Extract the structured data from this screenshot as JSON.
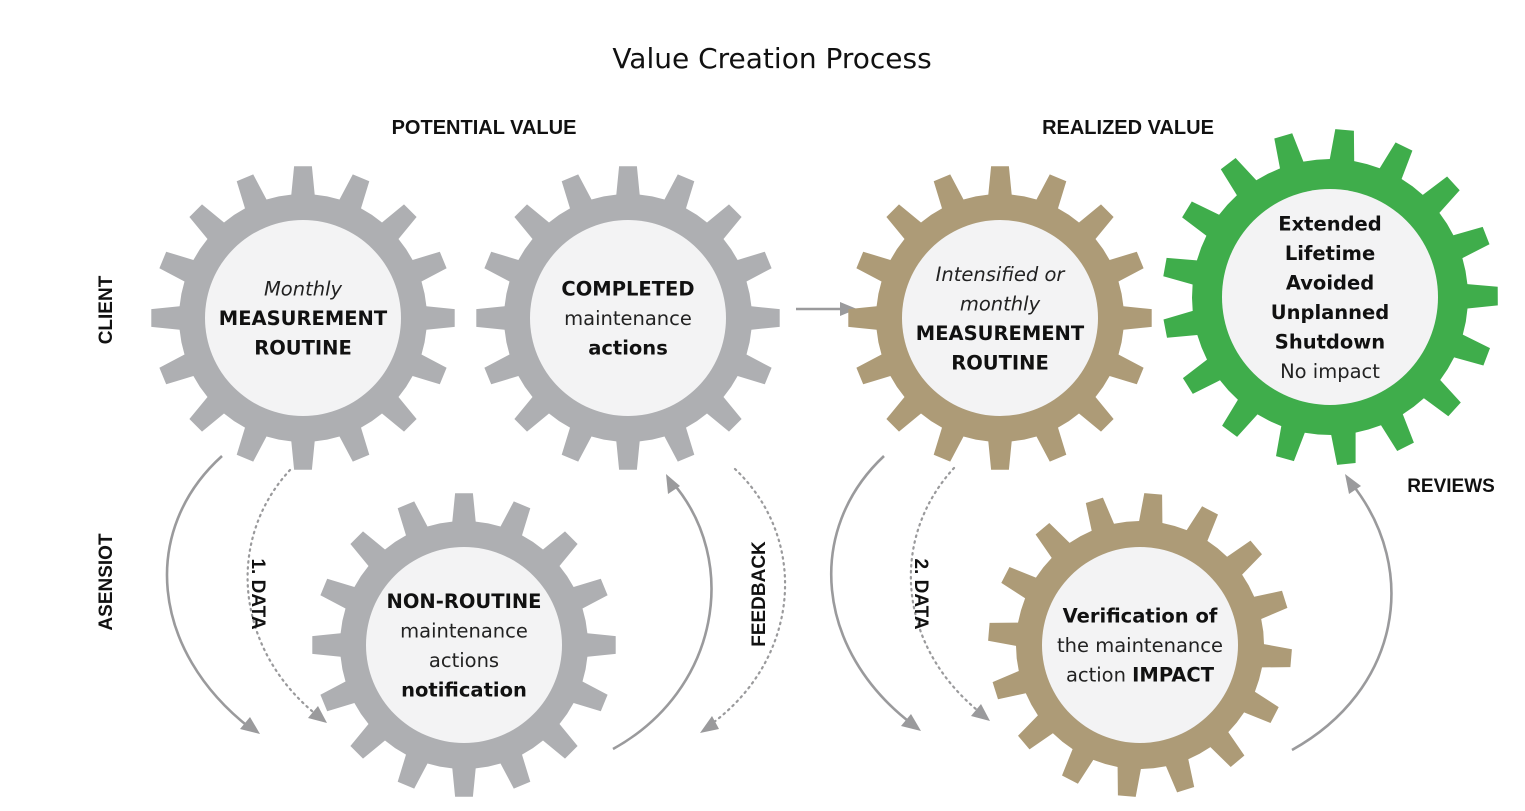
{
  "title": "Value Creation Process",
  "sections": {
    "potential": "POTENTIAL VALUE",
    "realized": "REALIZED VALUE"
  },
  "side_labels": {
    "client": "CLIENT",
    "asensiot": "ASENSIOT"
  },
  "flow_labels": {
    "data1": "1. DATA",
    "feedback": "FEEDBACK",
    "data2": "2. DATA",
    "reviews": "REVIEWS"
  },
  "colors": {
    "gray_gear": "#aeafb2",
    "tan_gear": "#ad9b77",
    "green_gear": "#3fad4b",
    "gear_center": "#f3f3f4",
    "arrow": "#9a9a9c"
  },
  "gears": [
    {
      "id": "monthly-measurement",
      "color": "gray",
      "lines": [
        {
          "text": "Monthly",
          "style": "i"
        },
        {
          "text": "MEASUREMENT",
          "style": "b"
        },
        {
          "text": "ROUTINE",
          "style": "b"
        }
      ]
    },
    {
      "id": "completed-maintenance",
      "color": "gray",
      "lines": [
        {
          "text": "COMPLETED",
          "style": "b"
        },
        {
          "text": "maintenance",
          "style": "l"
        },
        {
          "text": "actions",
          "style": "b"
        }
      ]
    },
    {
      "id": "non-routine-notification",
      "color": "gray",
      "lines": [
        {
          "text": "NON-ROUTINE",
          "style": "b"
        },
        {
          "text": "maintenance",
          "style": "l"
        },
        {
          "text": "actions",
          "style": "l"
        },
        {
          "text": "notification",
          "style": "b"
        }
      ]
    },
    {
      "id": "intensified-measurement",
      "color": "tan",
      "lines": [
        {
          "text": "Intensified or",
          "style": "i"
        },
        {
          "text": "monthly",
          "style": "i"
        },
        {
          "text": "MEASUREMENT",
          "style": "b"
        },
        {
          "text": "ROUTINE",
          "style": "b"
        }
      ]
    },
    {
      "id": "outcomes",
      "color": "green",
      "lines": [
        {
          "text": "Extended",
          "style": "b"
        },
        {
          "text": "Lifetime",
          "style": "b"
        },
        {
          "text": "Avoided",
          "style": "b"
        },
        {
          "text": "Unplanned",
          "style": "b"
        },
        {
          "text": "Shutdown",
          "style": "b"
        },
        {
          "text": "No impact",
          "style": "l"
        }
      ]
    },
    {
      "id": "verification-impact",
      "color": "tan",
      "lines": [
        {
          "text": "Verification of",
          "style": "b"
        },
        {
          "text": "the maintenance",
          "style": "l"
        },
        [
          {
            "text": "action ",
            "style": "l"
          },
          {
            "text": "IMPACT",
            "style": "b"
          }
        ]
      ]
    }
  ]
}
